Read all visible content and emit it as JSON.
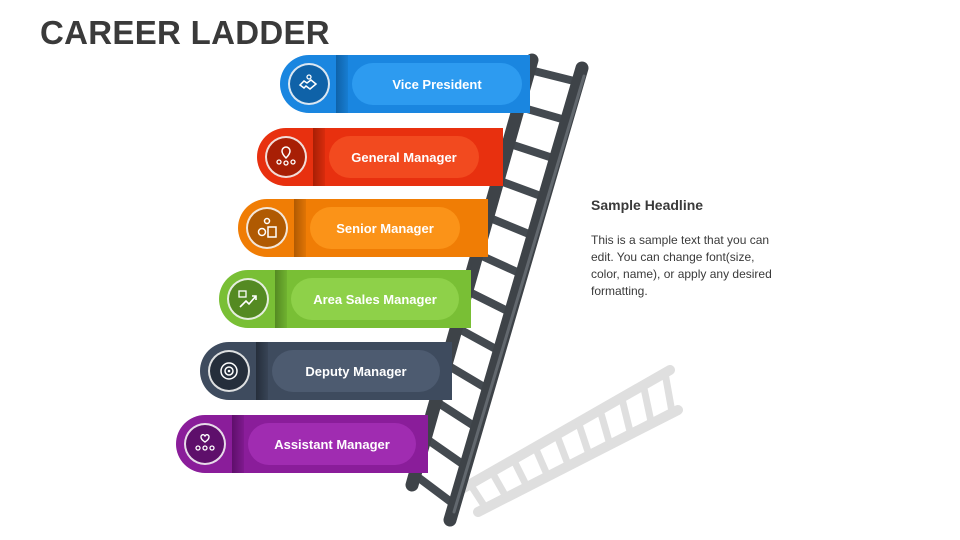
{
  "title": "CAREER LADDER",
  "steps": [
    {
      "label": "Vice President",
      "icon": "handshake-icon",
      "color": "#1a86e0",
      "pill": "#2d9bf0",
      "dark": "#0f62a8"
    },
    {
      "label": "General Manager",
      "icon": "location-team-icon",
      "color": "#e8300f",
      "pill": "#f24a1f",
      "dark": "#a81f05"
    },
    {
      "label": "Senior Manager",
      "icon": "team-settings-icon",
      "color": "#f07d05",
      "pill": "#fb9318",
      "dark": "#b05a02"
    },
    {
      "label": "Area Sales Manager",
      "icon": "growth-hand-icon",
      "color": "#79bf35",
      "pill": "#8ed149",
      "dark": "#548a22"
    },
    {
      "label": "Deputy Manager",
      "icon": "target-person-icon",
      "color": "#3e4b5e",
      "pill": "#4d5b70",
      "dark": "#252e3b"
    },
    {
      "label": "Assistant Manager",
      "icon": "heart-team-icon",
      "color": "#8a1d9a",
      "pill": "#a02cb1",
      "dark": "#5e0f6b"
    }
  ],
  "side": {
    "headline": "Sample Headline",
    "body": "This is a sample text that you can edit. You can change font(size, color, name), or apply any desired formatting."
  }
}
